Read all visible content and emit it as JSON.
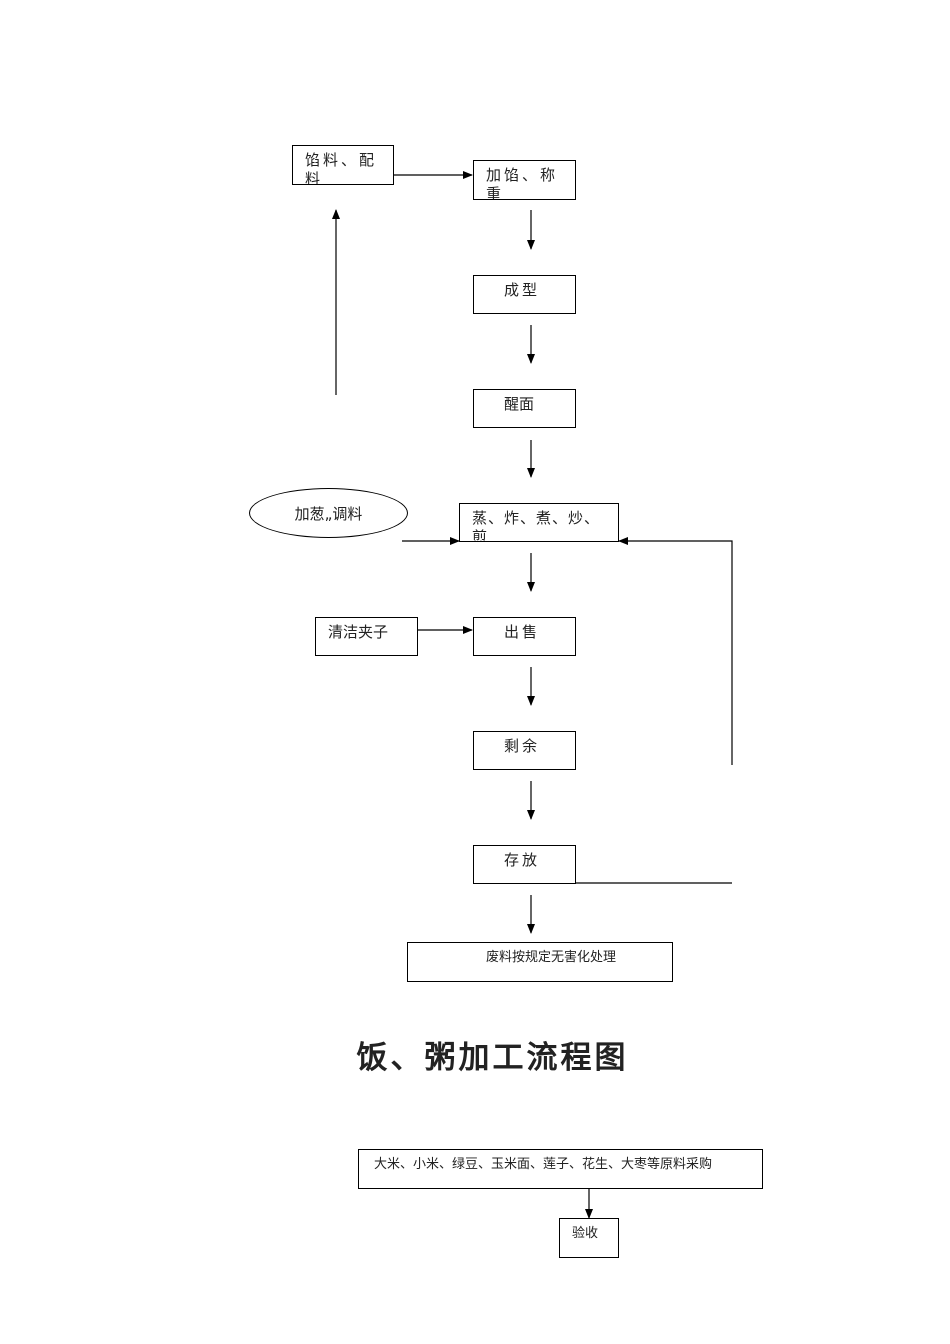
{
  "flow1": {
    "filling": "馅料、配料",
    "add_filling": "加馅、称重",
    "shaping": "成型",
    "proofing": "醒面",
    "cooking": "蒸、炸、煮、炒、煎",
    "seasoning": "加葱„调料",
    "clean_tongs": "清洁夹子",
    "sale": "出售",
    "leftover": "剩余",
    "storage": "存放",
    "waste": "废料按规定无害化处理"
  },
  "title": "饭、粥加工流程图",
  "flow2": {
    "purchase": "大米、小米、绿豆、玉米面、莲子、花生、大枣等原料采购",
    "inspection": "验收"
  }
}
